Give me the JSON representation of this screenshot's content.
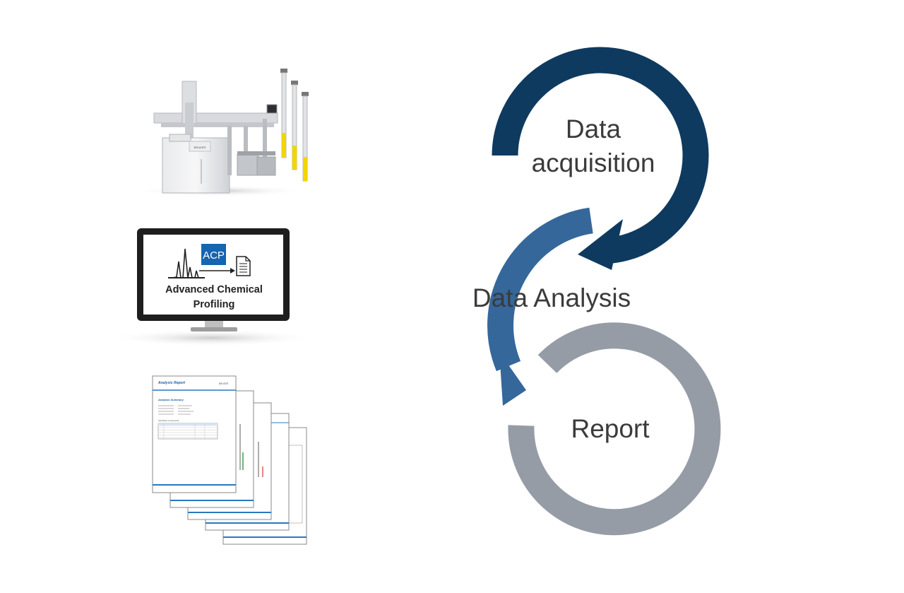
{
  "cycle": {
    "stage1": {
      "line1": "Data",
      "line2": "acquisition",
      "color": "#0f3a5f"
    },
    "stage2": {
      "label": "Data Analysis",
      "color": "#35679b"
    },
    "stage3": {
      "label": "Report",
      "color": "#969ca6"
    }
  },
  "monitor": {
    "badge": "ACP",
    "title_line1": "Advanced Chemical",
    "title_line2": "Profiling",
    "badge_color": "#1565b0"
  },
  "report_stack": {
    "front_title": "Analysis Report",
    "front_subtitle": "Analysis Summary",
    "section_label": "Identified Compounds",
    "logo_text": "BRUKER"
  },
  "instrument": {
    "logo_text": "BRUKER",
    "accent_color": "#f2d600"
  }
}
